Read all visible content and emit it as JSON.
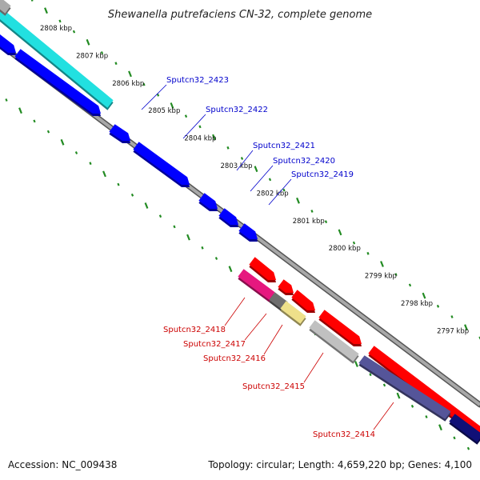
{
  "title": "Shewanella putrefaciens CN-32, complete genome",
  "footer": {
    "accession": "Accession: NC_009438",
    "topology": "Topology: circular; Length: 4,659,220 bp; Genes: 4,100"
  },
  "colors": {
    "backbone": "#888888",
    "tick": "#228b22",
    "forward_cds": "#0000ff",
    "reverse_cds": "#ff0000",
    "forward_label": "#0000cc",
    "reverse_label": "#cc0000"
  },
  "scale": {
    "ticks": [
      "2808 kbp",
      "2807 kbp",
      "2806 kbp",
      "2805 kbp",
      "2804 kbp",
      "2803 kbp",
      "2802 kbp",
      "2801 kbp",
      "2800 kbp",
      "2799 kbp",
      "2798 kbp",
      "2797 kbp"
    ]
  },
  "features": {
    "labels_forward": [
      "Sputcn32_2423",
      "Sputcn32_2422",
      "Sputcn32_2421",
      "Sputcn32_2420",
      "Sputcn32_2419"
    ],
    "labels_reverse": [
      "Sputcn32_2418",
      "Sputcn32_2417",
      "Sputcn32_2416",
      "Sputcn32_2415",
      "Sputcn32_2414"
    ]
  }
}
